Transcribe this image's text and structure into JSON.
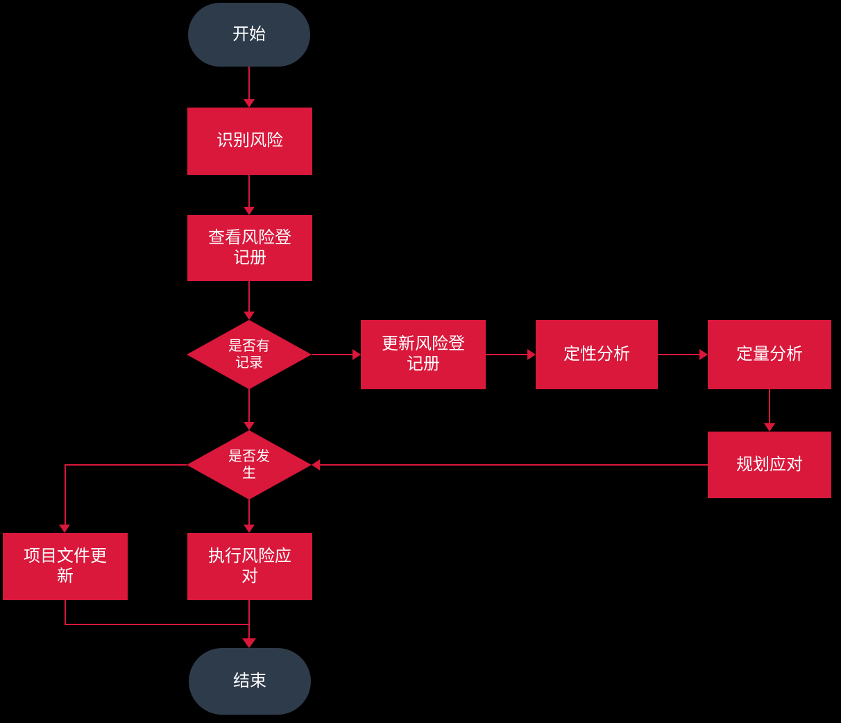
{
  "diagram": {
    "colors": {
      "background": "#000000",
      "process_red": "#d9183b",
      "terminal_dark": "#2e3b4a",
      "connector_red": "#d9183b",
      "text_white": "#ffffff"
    },
    "nodes": {
      "start": {
        "label": "开始",
        "type": "terminal"
      },
      "identify_risk": {
        "label": "识别风险",
        "type": "process"
      },
      "check_register": {
        "label": "查看风险登\n记册",
        "type": "process"
      },
      "has_record": {
        "label": "是否有\n记录",
        "type": "decision"
      },
      "update_register": {
        "label": "更新风险登\n记册",
        "type": "process"
      },
      "qualitative": {
        "label": "定性分析",
        "type": "process"
      },
      "quantitative": {
        "label": "定量分析",
        "type": "process"
      },
      "plan_response": {
        "label": "规划应对",
        "type": "process"
      },
      "occurred": {
        "label": "是否发\n生",
        "type": "decision"
      },
      "project_doc_update": {
        "label": "项目文件更\n新",
        "type": "process"
      },
      "execute_response": {
        "label": "执行风险应\n对",
        "type": "process"
      },
      "end": {
        "label": "结束",
        "type": "terminal"
      }
    },
    "edges": [
      {
        "from": "start",
        "to": "identify_risk"
      },
      {
        "from": "identify_risk",
        "to": "check_register"
      },
      {
        "from": "check_register",
        "to": "has_record"
      },
      {
        "from": "has_record",
        "to": "update_register"
      },
      {
        "from": "update_register",
        "to": "qualitative"
      },
      {
        "from": "qualitative",
        "to": "quantitative"
      },
      {
        "from": "quantitative",
        "to": "plan_response"
      },
      {
        "from": "plan_response",
        "to": "occurred"
      },
      {
        "from": "has_record",
        "to": "occurred"
      },
      {
        "from": "occurred",
        "to": "project_doc_update"
      },
      {
        "from": "occurred",
        "to": "execute_response"
      },
      {
        "from": "project_doc_update",
        "to": "end"
      },
      {
        "from": "execute_response",
        "to": "end"
      }
    ]
  }
}
